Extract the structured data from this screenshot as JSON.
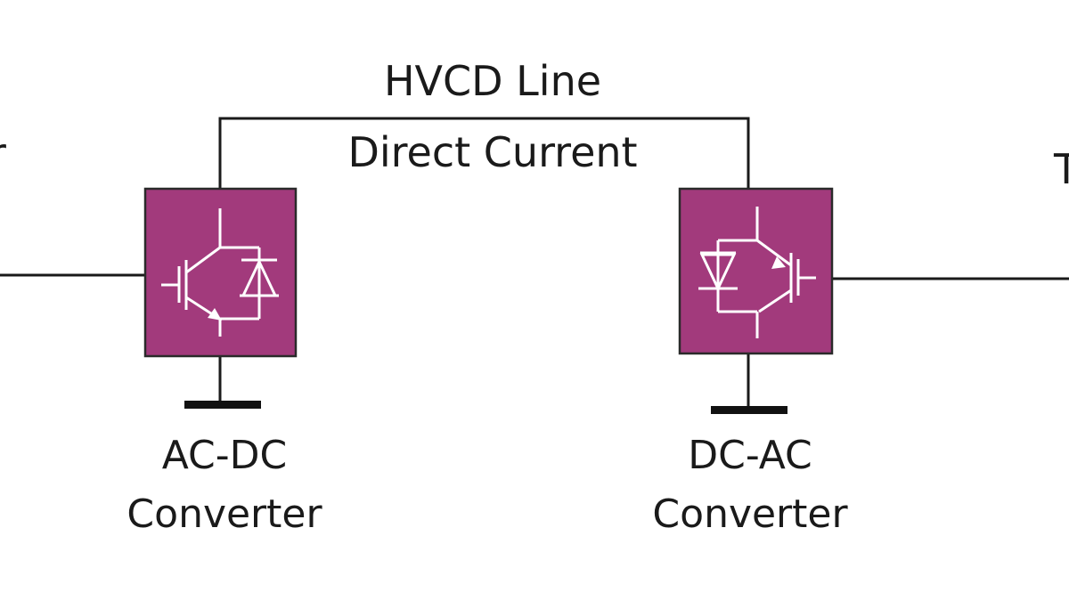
{
  "colors": {
    "converter_fill": "#a23a7c",
    "wire": "#1a1a1a",
    "symbol": "#ffffff"
  },
  "line": {
    "title": "HVCD Line",
    "subtitle": "Direct Current"
  },
  "converters": [
    {
      "id": "ac-dc",
      "line1": "AC-DC",
      "line2": "Converter",
      "icon": "igbt-with-diode-icon"
    },
    {
      "id": "dc-ac",
      "line1": "DC-AC",
      "line2": "Converter",
      "icon": "igbt-with-diode-icon"
    }
  ],
  "clipped_edge_text": {
    "left": "r",
    "right": "T"
  }
}
